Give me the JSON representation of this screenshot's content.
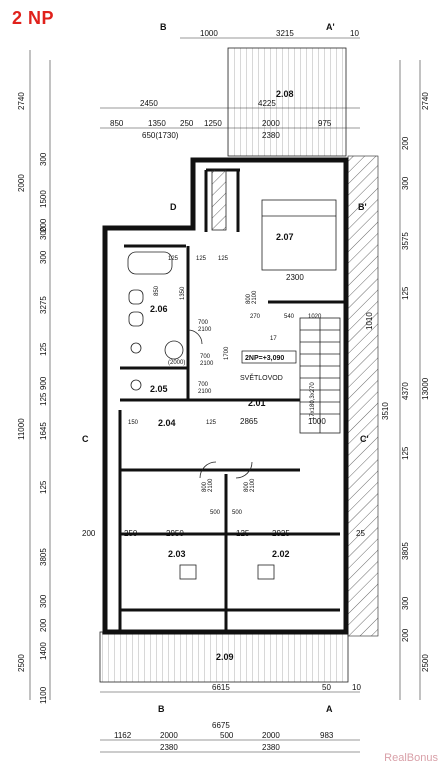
{
  "title": "2 NP",
  "watermark": "RealBonus",
  "rooms": {
    "r208": "2.08",
    "r207": "2.07",
    "r206": "2.06",
    "r205": "2.05",
    "r201": "2.01",
    "r204": "2.04",
    "r203": "2.03",
    "r202": "2.02",
    "r209": "2.09"
  },
  "level_label": "2NP=+3,090",
  "skylight_label": "SVĚTLOVOD",
  "stair_label": "17x180,3x270",
  "section_marks": {
    "a": "A",
    "a_prime": "A'",
    "b": "B",
    "b_prime": "B'",
    "c": "C",
    "c_prime": "C'",
    "d": "D"
  },
  "top_dims": [
    "1000",
    "3215",
    "10",
    "4225",
    "2450",
    "850",
    "1350",
    "250",
    "1250",
    "2000",
    "975",
    "650(1730)",
    "2380"
  ],
  "bottom_dims": [
    "6615",
    "50",
    "10",
    "6675",
    "1162",
    "2000",
    "500",
    "2000",
    "983",
    "2380",
    "2380"
  ],
  "left_dims": [
    "2740",
    "2000",
    "300",
    "1500",
    "300",
    "200",
    "300",
    "3275",
    "125",
    "900",
    "125",
    "11000",
    "1645",
    "125",
    "3805",
    "200",
    "300",
    "1400",
    "2500",
    "1100"
  ],
  "right_dims": [
    "2740",
    "200",
    "300",
    "3575",
    "125",
    "4370",
    "13000",
    "3510",
    "1010",
    "125",
    "3805",
    "300",
    "200",
    "2500"
  ],
  "interior_dims": [
    "125",
    "125",
    "2300",
    "125",
    "850",
    "270",
    "540",
    "1020",
    "150",
    "125",
    "2865",
    "1000",
    "200",
    "250",
    "2950",
    "125",
    "2925",
    "25",
    "500",
    "500",
    "1700",
    "1350",
    "(2000)",
    "17"
  ],
  "door_labels": [
    "700",
    "2100",
    "800",
    "2100",
    "700",
    "2100",
    "700",
    "2100",
    "800",
    "2100",
    "800",
    "2100"
  ]
}
